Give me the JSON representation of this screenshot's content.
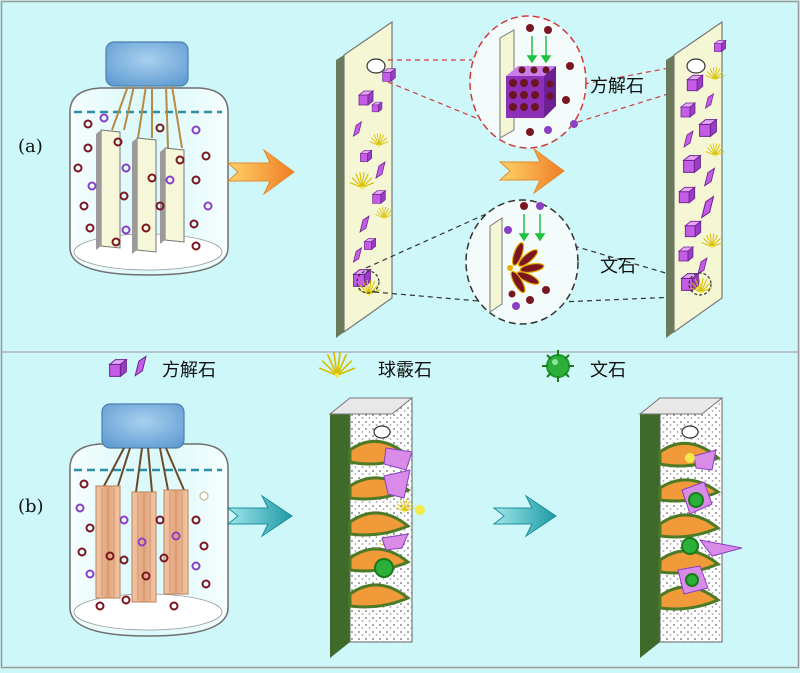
{
  "panels": {
    "a": {
      "label": "(a)"
    },
    "b": {
      "label": "(b)"
    }
  },
  "callouts": {
    "calcite": "方解石",
    "vaterite": "文石"
  },
  "legend": {
    "calcite": "方解石",
    "aragonite": "球霰石",
    "vaterite": "文石"
  },
  "colors": {
    "background": "#cdf7f8",
    "crystal": "#c05ce6",
    "crystal_dark": "#7d2ba6",
    "needle": "#ece020",
    "vaterite": "#1a9a2a",
    "lid": "#7fb3df",
    "arrow_a": "#f39a3a",
    "arrow_b": "#2bb5c0",
    "wood": "#e9b894",
    "ion_dark": "#7a1620",
    "ion_light": "#8a3fc4"
  },
  "icons": [
    "calcite-cube-icon",
    "calcite-rhomb-icon",
    "aragonite-needle-icon",
    "vaterite-sphere-icon"
  ]
}
